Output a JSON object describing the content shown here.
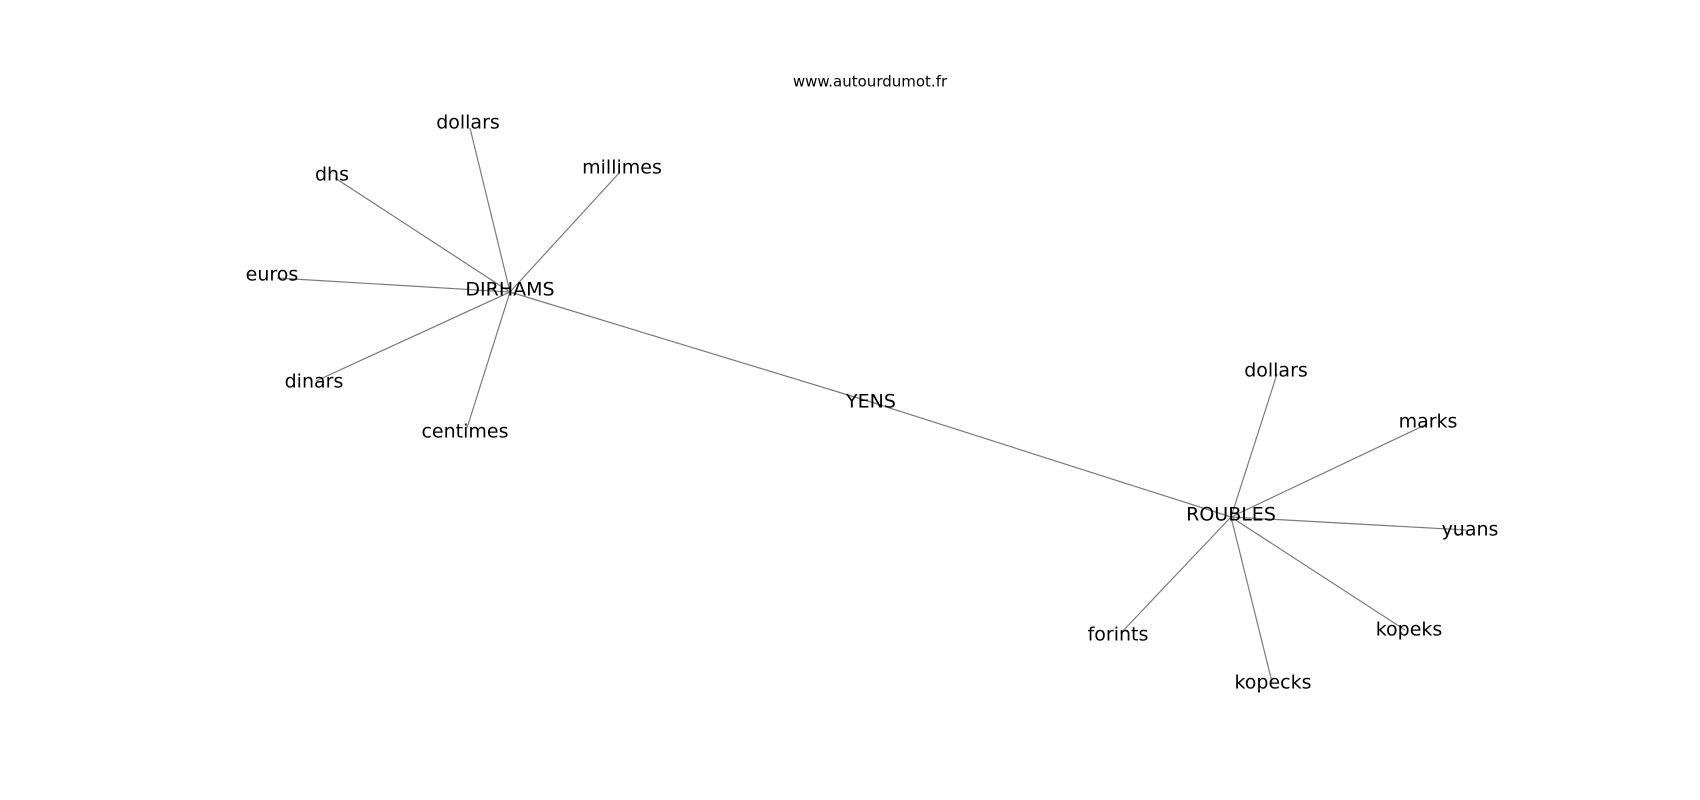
{
  "site_label": "www.autourdumot.fr",
  "graph": {
    "nodes": [
      {
        "id": "yens",
        "label": "YENS"
      },
      {
        "id": "dirhams",
        "label": "DIRHAMS"
      },
      {
        "id": "roubles",
        "label": "ROUBLES"
      },
      {
        "id": "dollars_d",
        "label": "dollars"
      },
      {
        "id": "dhs",
        "label": "dhs"
      },
      {
        "id": "millimes",
        "label": "millimes"
      },
      {
        "id": "euros",
        "label": "euros"
      },
      {
        "id": "dinars",
        "label": "dinars"
      },
      {
        "id": "centimes",
        "label": "centimes"
      },
      {
        "id": "dollars_r",
        "label": "dollars"
      },
      {
        "id": "marks",
        "label": "marks"
      },
      {
        "id": "yuans",
        "label": "yuans"
      },
      {
        "id": "forints",
        "label": "forints"
      },
      {
        "id": "kopeks",
        "label": "kopeks"
      },
      {
        "id": "kopecks",
        "label": "kopecks"
      }
    ],
    "edges": [
      [
        "yens",
        "dirhams"
      ],
      [
        "yens",
        "roubles"
      ],
      [
        "dirhams",
        "dollars_d"
      ],
      [
        "dirhams",
        "dhs"
      ],
      [
        "dirhams",
        "millimes"
      ],
      [
        "dirhams",
        "euros"
      ],
      [
        "dirhams",
        "dinars"
      ],
      [
        "dirhams",
        "centimes"
      ],
      [
        "roubles",
        "dollars_r"
      ],
      [
        "roubles",
        "marks"
      ],
      [
        "roubles",
        "yuans"
      ],
      [
        "roubles",
        "forints"
      ],
      [
        "roubles",
        "kopeks"
      ],
      [
        "roubles",
        "kopecks"
      ]
    ]
  }
}
